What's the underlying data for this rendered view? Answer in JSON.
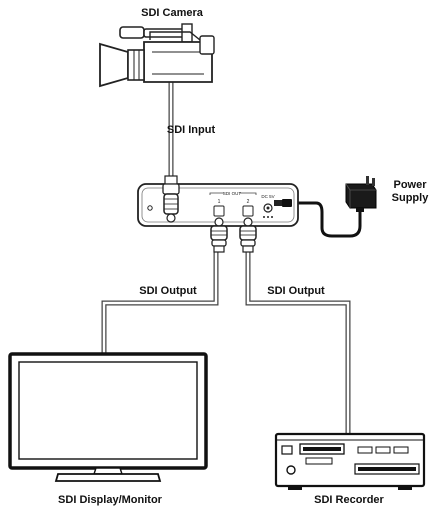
{
  "labels": {
    "camera": "SDI Camera",
    "sdi_input": "SDI Input",
    "power_supply_line1": "Power",
    "power_supply_line2": "Supply",
    "sdi_output_left": "SDI Output",
    "sdi_output_right": "SDI Output",
    "display": "SDI Display/Monitor",
    "recorder": "SDI Recorder"
  },
  "device": {
    "panel_label_out": "SDI OUT",
    "port_label_1": "1",
    "port_label_2": "2",
    "dc_label": "DC 5V"
  }
}
